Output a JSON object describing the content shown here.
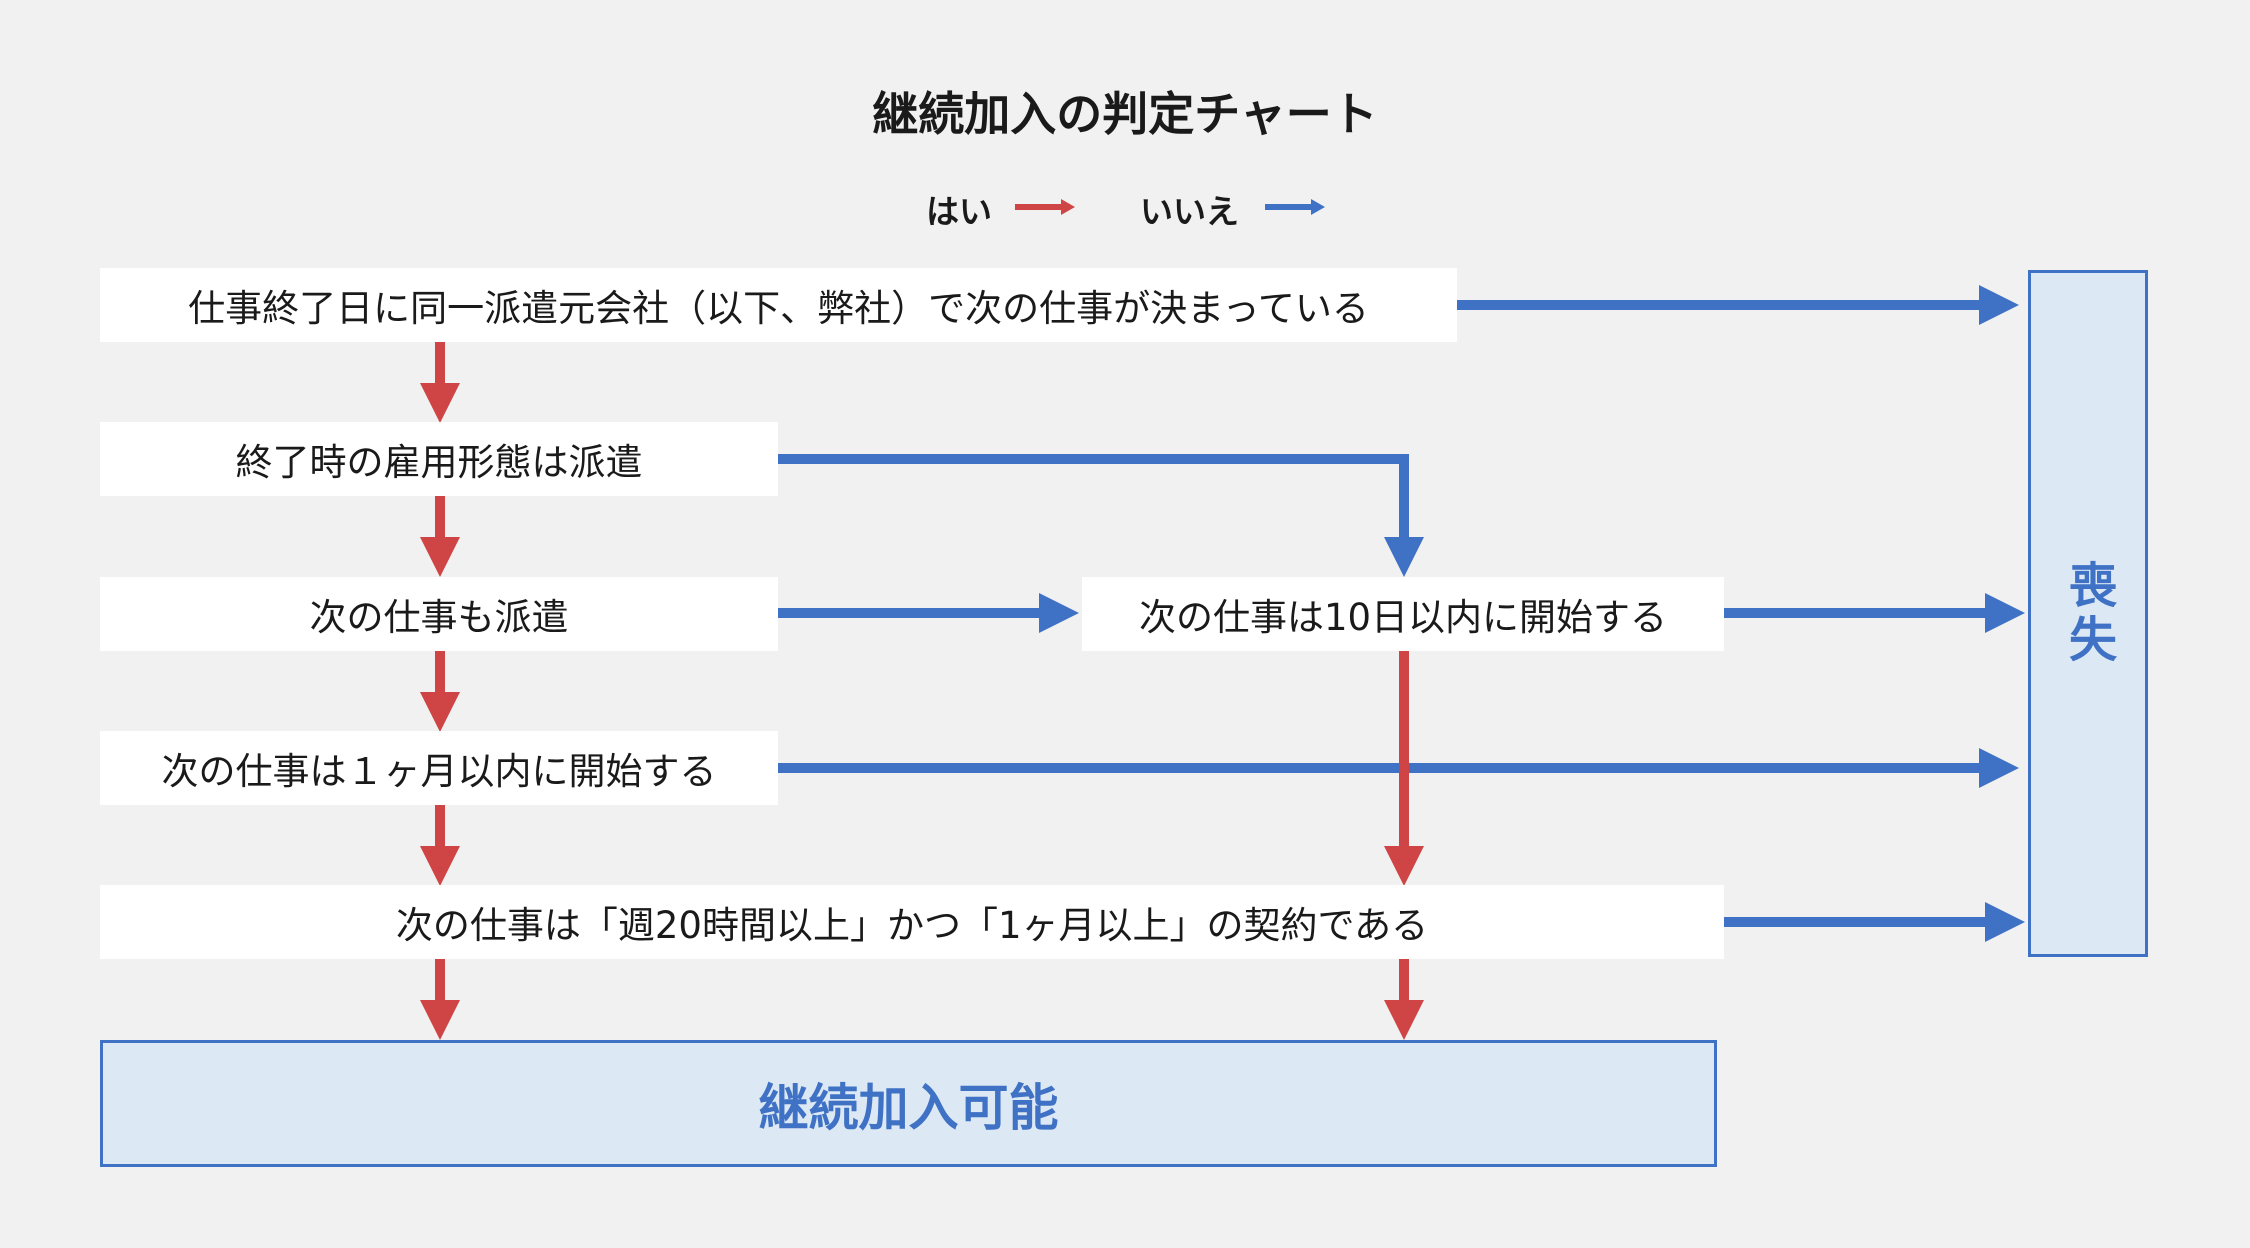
{
  "title": "継続加入の判定チャート",
  "legend": {
    "yes_label": "はい",
    "no_label": "いいえ",
    "yes_color": "#cf4444",
    "no_color": "#3f72c4"
  },
  "nodes": {
    "q1": "仕事終了日に同一派遣元会社（以下、弊社）で次の仕事が決まっている",
    "q2": "終了時の雇用形態は派遣",
    "q3": "次の仕事も派遣",
    "q3b": "次の仕事は10日以内に開始する",
    "q4": "次の仕事は１ヶ月以内に開始する",
    "q5": "次の仕事は「週20時間以上」かつ「1ヶ月以上」の契約である",
    "lose": "喪失",
    "continue": "継続加入可能"
  }
}
